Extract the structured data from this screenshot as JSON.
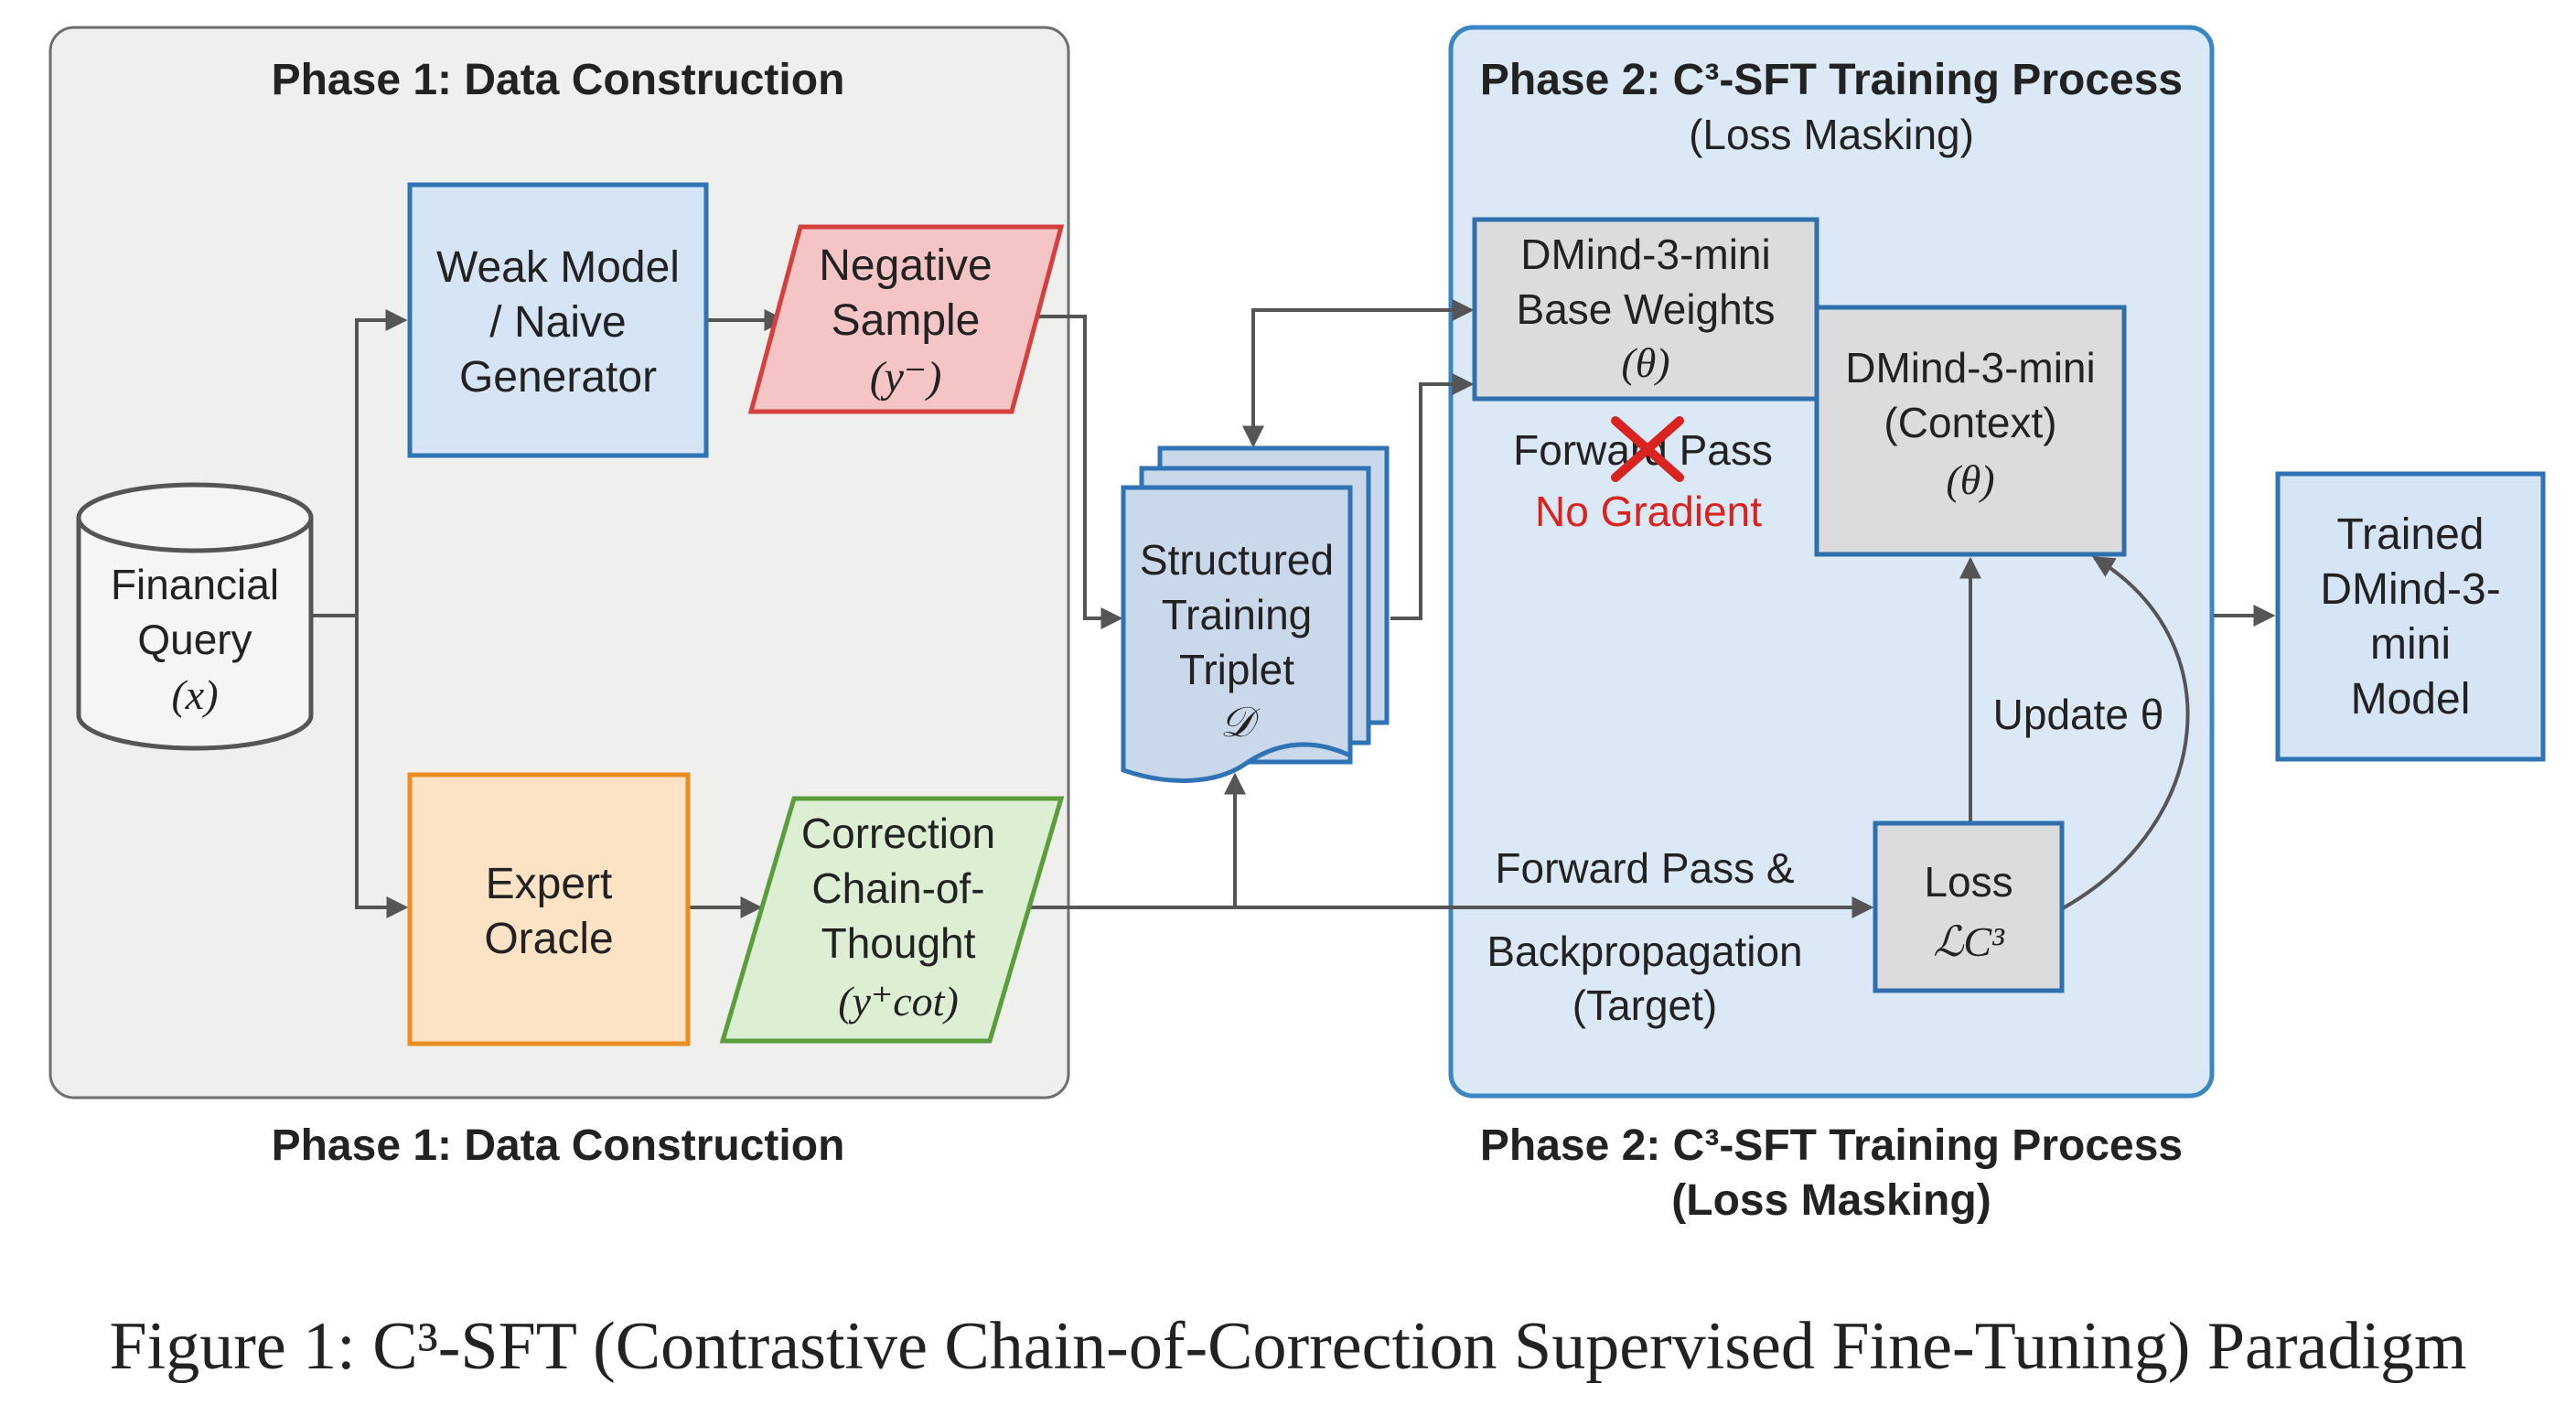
{
  "phase1": {
    "title": "Phase 1: Data Construction",
    "caption": "Phase 1: Data Construction"
  },
  "phase2": {
    "title": "Phase 2: C³-SFT Training Process",
    "subtitle": "(Loss Masking)",
    "caption_line1": "Phase 2: C³-SFT Training Process",
    "caption_line2": "(Loss Masking)"
  },
  "nodes": {
    "query": {
      "line1": "Financial",
      "line2": "Query",
      "line3": "(x)"
    },
    "weak": {
      "line1": "Weak Model",
      "line2": "/ Naive",
      "line3": "Generator"
    },
    "negative": {
      "line1": "Negative",
      "line2": "Sample",
      "line3": "(y⁻)"
    },
    "expert": {
      "line1": "Expert",
      "line2": "Oracle"
    },
    "correction": {
      "line1": "Correction",
      "line2": "Chain-of-",
      "line3": "Thought",
      "line4": "(y⁺cot)"
    },
    "triplet": {
      "line1": "Structured",
      "line2": "Training",
      "line3": "Triplet",
      "line4": "𝒟"
    },
    "base": {
      "line1": "DMind-3-mini",
      "line2": "Base Weights",
      "line3": "(θ)"
    },
    "context": {
      "line1": "DMind-3-mini",
      "line2": "(Context)",
      "line3": "(θ)"
    },
    "loss": {
      "line1": "Loss",
      "line2": "ℒC³"
    },
    "trained": {
      "line1": "Trained",
      "line2": "DMind-3-",
      "line3": "mini",
      "line4": "Model"
    }
  },
  "labels": {
    "forward_pass": "Forward Pass",
    "no_gradient": "No Gradient",
    "update": "Update θ",
    "fwd_bp_line1": "Forward Pass &",
    "fwd_bp_line2": "Backpropagation",
    "fwd_bp_line3": "(Target)"
  },
  "figure_caption": "Figure 1: C³-SFT (Contrastive Chain-of-Correction Supervised Fine-Tuning) Paradigm",
  "colors": {
    "panel1_fill": "#efefee",
    "panel1_stroke": "#6e6e6e",
    "panel2_fill": "#dbe9f6",
    "panel2_stroke": "#3a86c4",
    "blue_fill": "#d6e5f5",
    "blue_stroke": "#2f73b5",
    "red_fill": "#f4c5c4",
    "red_stroke": "#d4403e",
    "orange_fill": "#fde3c5",
    "orange_stroke": "#ec8d22",
    "green_fill": "#dcefd3",
    "green_stroke": "#5a9e3b",
    "gray_fill": "#dcdcdc",
    "gray_stroke": "#2f6fad",
    "arrow": "#555555",
    "no_gradient": "#d9231f"
  }
}
